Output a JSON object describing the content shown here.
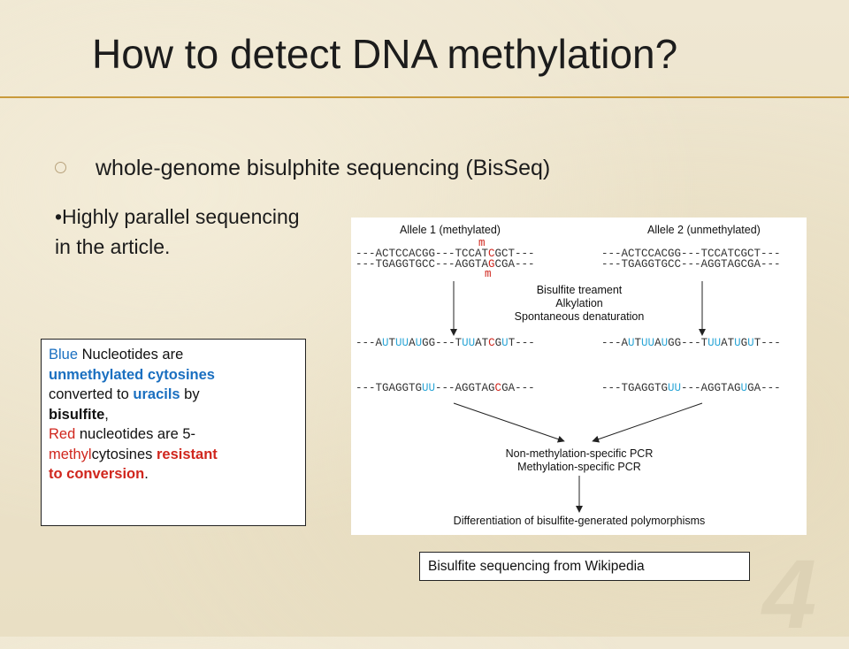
{
  "slide": {
    "title": "How to detect DNA methylation?",
    "subtitle": "whole-genome bisulphite sequencing (BisSeq)",
    "note": "•Highly parallel sequencing  in the article.",
    "slide_number": "4"
  },
  "legend": {
    "l1_blue": "Blue",
    "l1_rest": " Nucleotides are",
    "l2": "unmethylated cytosines",
    "l3_a": "converted to ",
    "l3_b": "uracils",
    "l3_c": " by",
    "l4_b": "bisulfite",
    "l4_c": ",",
    "l5_red": "Red",
    "l5_rest": " nucleotides are 5-",
    "l6_red": "methyl",
    "l6_mid": "cytosines ",
    "l6_bold": "resistant",
    "l7_bold": "to conversion",
    "l7_end": "."
  },
  "figure": {
    "allele1_label": "Allele 1 (methylated)",
    "allele2_label": "Allele 2 (unmethylated)",
    "m": "m",
    "a1_top": [
      "---ACTCCACGG---TCCAT",
      "C",
      "GCT---"
    ],
    "a1_bot": [
      "---TGAGGTGCC---AGGTA",
      "G",
      "CGA---"
    ],
    "a2_top": "---ACTCCACGG---TCCATCGCT---",
    "a2_bot": "---TGAGGTGCC---AGGTAGCGA---",
    "step1": "Bisulfite treament",
    "step2": "Alkylation",
    "step3": "Spontaneous denaturation",
    "b1_top": [
      "---A",
      "U",
      "T",
      "UU",
      "A",
      "U",
      "GG---T",
      "UU",
      "AT",
      "C",
      "G",
      "U",
      "T---"
    ],
    "b2_top": [
      "---A",
      "U",
      "T",
      "UU",
      "A",
      "U",
      "GG---T",
      "UU",
      "AT",
      "U",
      "G",
      "U",
      "T---"
    ],
    "b1_bot": [
      "---TGAGGTG",
      "UU",
      "---AGGTAG",
      "C",
      "GA---"
    ],
    "b2_bot": [
      "---TGAGGTG",
      "UU",
      "---AGGTAG",
      "U",
      "GA---"
    ],
    "pcr1": "Non-methylation-specific PCR",
    "pcr2": "Methylation-specific PCR",
    "result": "Differentiation of bisulfite-generated polymorphisms"
  },
  "caption": "Bisulfite sequencing from Wikipedia",
  "colors": {
    "accent_rule": "#c99a3b",
    "unmethylated_blue": "#1a6fc0",
    "methyl_red": "#d0261d"
  }
}
